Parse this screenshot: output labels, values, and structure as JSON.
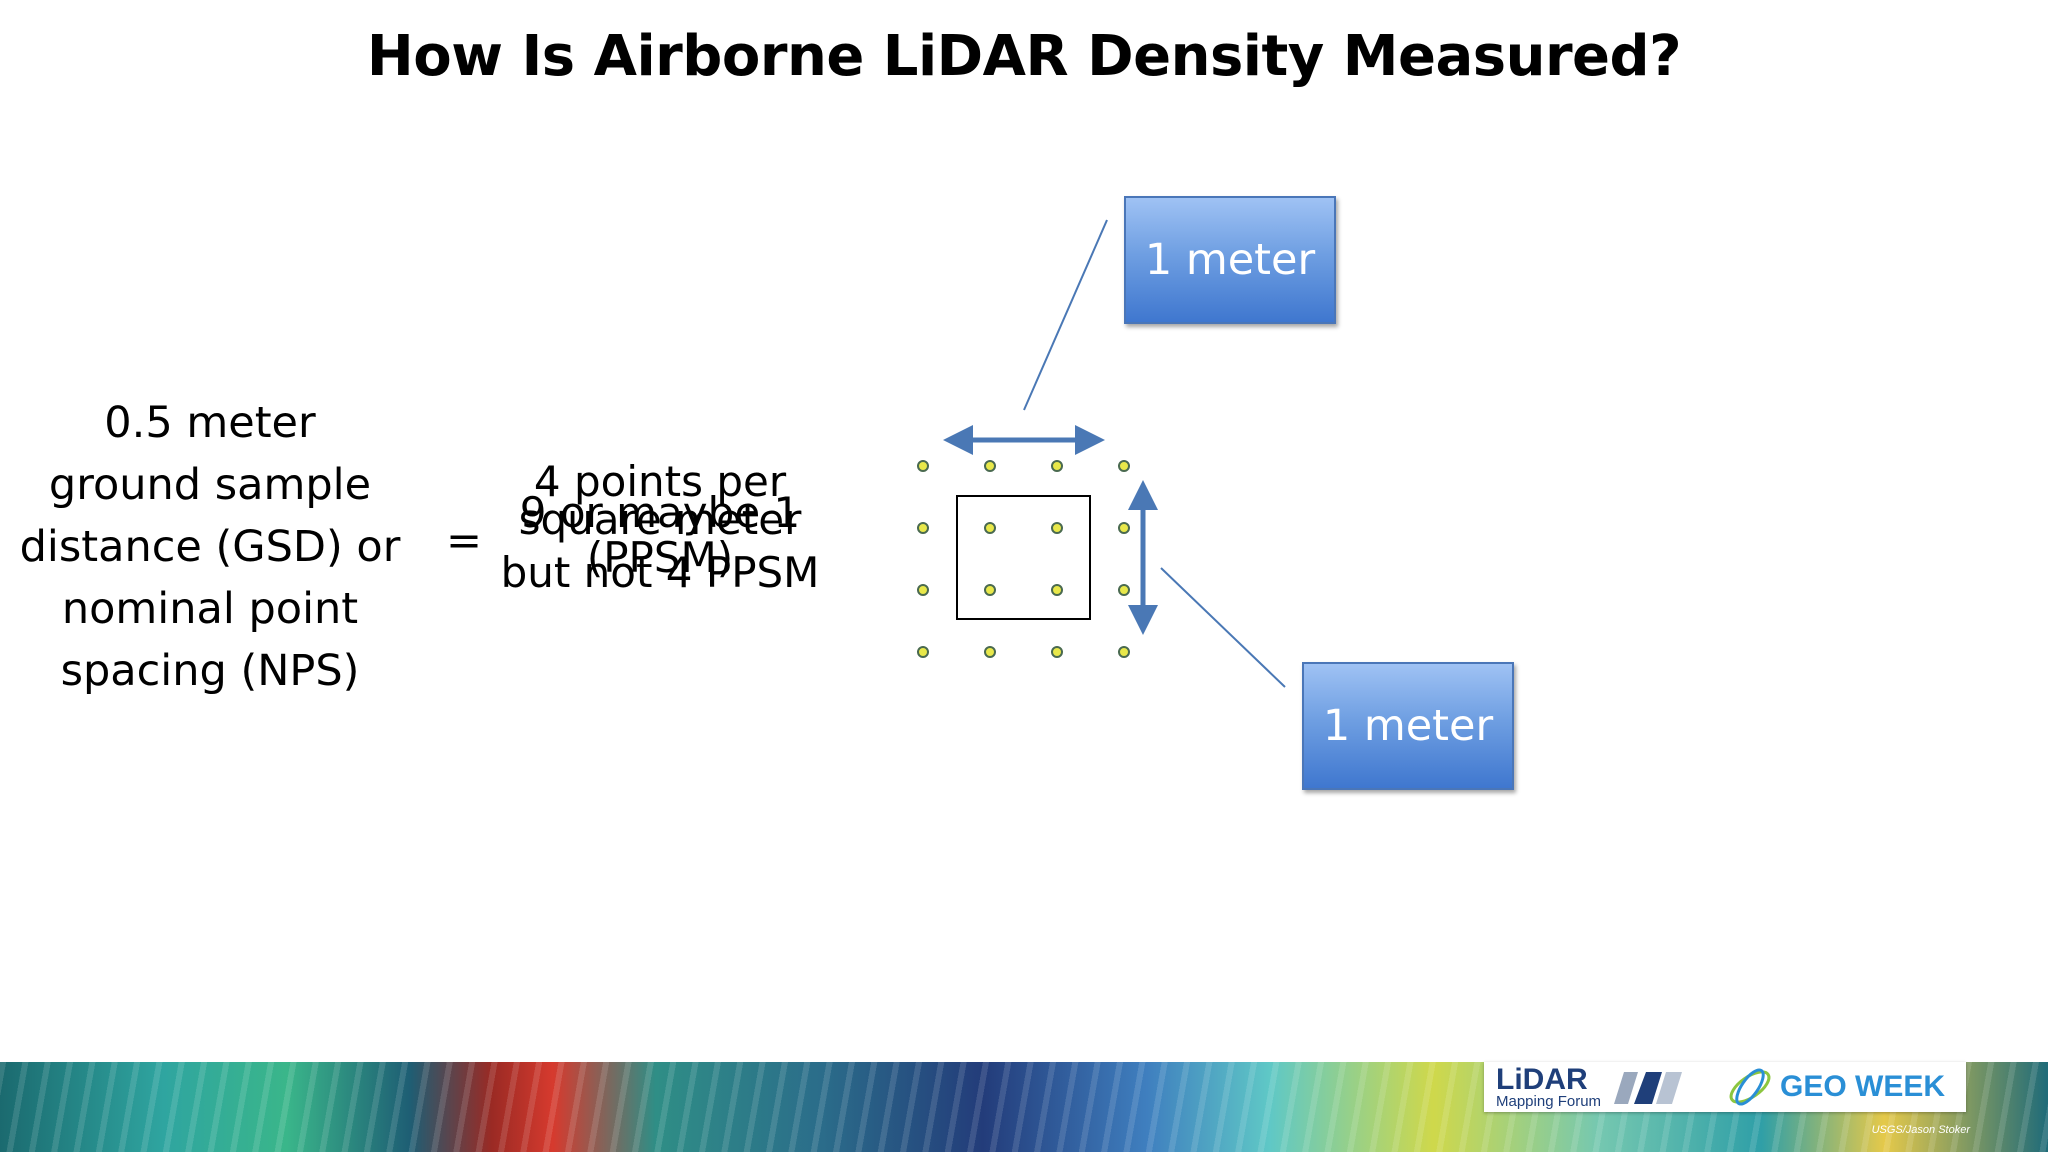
{
  "title": "How Is Airborne LiDAR Density Measured?",
  "left_text": {
    "lines": [
      "0.5 meter",
      "ground sample",
      "distance (GSD) or",
      "nominal point",
      "spacing (NPS)"
    ]
  },
  "equals": "=",
  "points_text": {
    "lines": [
      "4 points per",
      "square meter",
      "(PPSM)"
    ]
  },
  "maybe_text": {
    "lines": [
      "9 or maybe 1",
      "but not 4 PPSM"
    ]
  },
  "meter_boxes": {
    "top": "1 meter",
    "bottom": "1 meter"
  },
  "colors": {
    "arrow": "#4a78b5",
    "dot_fill": "#e8e84a",
    "dot_stroke": "#4a6a50",
    "box_blue": "#5b8fd9"
  },
  "footer": {
    "lidar_logo": "LiDAR",
    "lidar_sub": "Mapping Forum",
    "geo_week": "GEO WEEK",
    "credit": "USGS/Jason Stoker"
  }
}
